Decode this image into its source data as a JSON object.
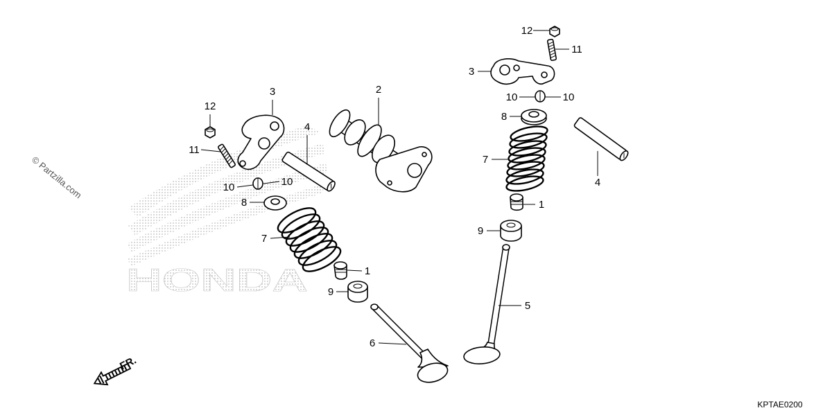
{
  "diagram": {
    "watermark_copyright": "© Partzilla.com",
    "watermark_brand": "HONDA",
    "front_label": "FR.",
    "code": "KPTAE0200",
    "left_callouts": {
      "nut": "12",
      "stud": "11",
      "rocker_arm": "3",
      "shaft": "4",
      "camshaft": "2",
      "cotter_a": "10",
      "cotter_b": "10",
      "retainer": "8",
      "spring": "7",
      "seal": "1",
      "seat": "9",
      "valve": "6"
    },
    "right_callouts": {
      "nut": "12",
      "stud": "11",
      "rocker_arm": "3",
      "cotter_a": "10",
      "cotter_b": "10",
      "retainer": "8",
      "spring": "7",
      "seal": "1",
      "seat": "9",
      "valve": "5",
      "shaft": "4"
    }
  },
  "colors": {
    "line": "#000000",
    "watermark": "#bbbbbb",
    "copyright": "#555555",
    "background": "#ffffff"
  }
}
